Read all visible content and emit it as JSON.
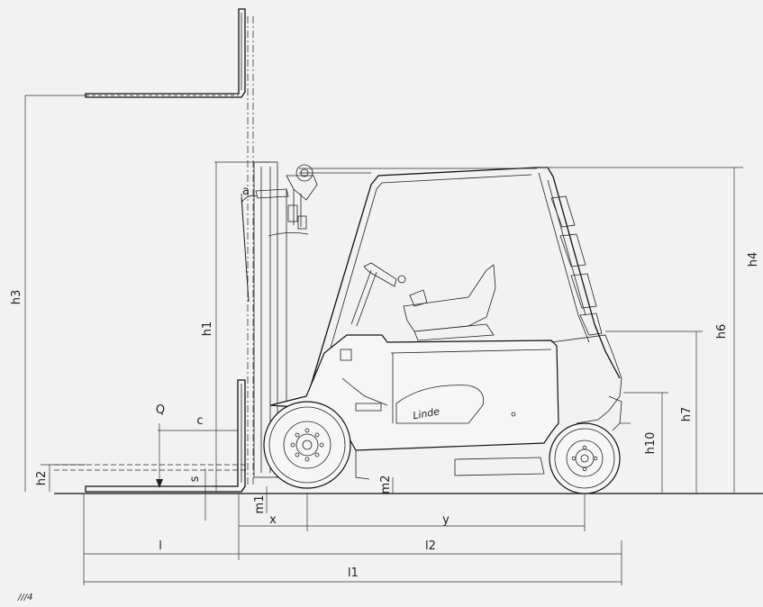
{
  "labels": {
    "h1": "h1",
    "h2": "h2",
    "h3": "h3",
    "h4": "h4",
    "h6": "h6",
    "h7": "h7",
    "h10": "h10",
    "l": "l",
    "l1": "l1",
    "l2": "l2",
    "x": "x",
    "y": "y",
    "c": "c",
    "Q": "Q",
    "s": "s",
    "a": "a",
    "m1": "m1",
    "m2": "m2"
  },
  "brand": "Linde",
  "corner_mark": "///4",
  "colors": {
    "background": "#f2f2f2",
    "line": "#111111"
  }
}
